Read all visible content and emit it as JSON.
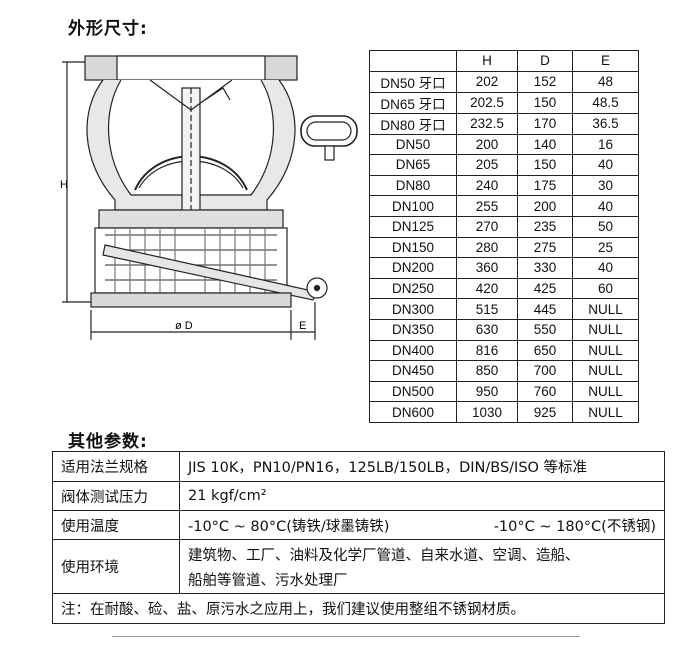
{
  "headings": {
    "dimensions": "外形尺寸:",
    "parameters": "其他参数:"
  },
  "drawing": {
    "label_h": "H",
    "label_d": "ø D",
    "label_e": "E"
  },
  "dims_table": {
    "headers": [
      "",
      "H",
      "D",
      "E"
    ],
    "rows": [
      [
        "DN50 牙口",
        "202",
        "152",
        "48"
      ],
      [
        "DN65 牙口",
        "202.5",
        "150",
        "48.5"
      ],
      [
        "DN80 牙口",
        "232.5",
        "170",
        "36.5"
      ],
      [
        "DN50",
        "200",
        "140",
        "16"
      ],
      [
        "DN65",
        "205",
        "150",
        "40"
      ],
      [
        "DN80",
        "240",
        "175",
        "30"
      ],
      [
        "DN100",
        "255",
        "200",
        "40"
      ],
      [
        "DN125",
        "270",
        "235",
        "50"
      ],
      [
        "DN150",
        "280",
        "275",
        "25"
      ],
      [
        "DN200",
        "360",
        "330",
        "40"
      ],
      [
        "DN250",
        "420",
        "425",
        "60"
      ],
      [
        "DN300",
        "515",
        "445",
        "NULL"
      ],
      [
        "DN350",
        "630",
        "550",
        "NULL"
      ],
      [
        "DN400",
        "816",
        "650",
        "NULL"
      ],
      [
        "DN450",
        "850",
        "700",
        "NULL"
      ],
      [
        "DN500",
        "950",
        "760",
        "NULL"
      ],
      [
        "DN600",
        "1030",
        "925",
        "NULL"
      ]
    ]
  },
  "params": {
    "flange_label": "适用法兰规格",
    "flange_value": "JIS 10K，PN10/PN16，125LB/150LB，DIN/BS/ISO 等标准",
    "pressure_label": "阀体测试压力",
    "pressure_value": "21 kgf/cm²",
    "temp_label": "使用温度",
    "temp_value_1": "-10°C ~ 80°C(铸铁/球墨铸铁)",
    "temp_value_2": "-10°C ~ 180°C(不锈钢)",
    "env_label": "使用环境",
    "env_line_1": "建筑物、工厂、油料及化学厂管道、自来水道、空调、造船、",
    "env_line_2": "船舶等管道、污水处理厂",
    "note": "注：在耐酸、硷、盐、原污水之应用上，我们建议使用整组不锈钢材质。"
  }
}
